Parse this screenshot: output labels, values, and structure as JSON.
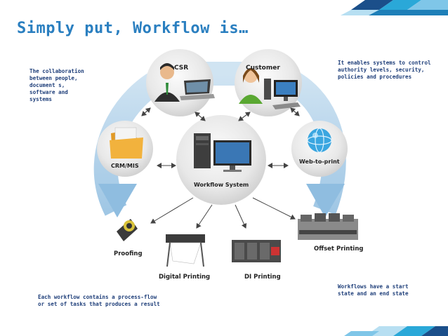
{
  "slide": {
    "title": "Simply put, Workflow is…",
    "notes": {
      "top_left": "The collaboration between people, document s, software and systems",
      "top_right": "It enables systems to control authority levels, security, policies and procedures",
      "bottom_left": "Each workflow contains a process-flow or set of tasks that produces a result",
      "bottom_right": "Workflows have a start state and an end state"
    }
  },
  "diagram": {
    "center": "Workflow System",
    "nodes": {
      "csr": "CSR",
      "customer": "Customer",
      "crm": "CRM/MIS",
      "web": "Web-to-print",
      "proofing": "Proofing",
      "digital": "Digital Printing",
      "di": "DI Printing",
      "offset": "Offset Printing"
    }
  },
  "colors": {
    "title": "#2a7fc0",
    "notes": "#1f3f7a",
    "ring_arrow": "#9ec6e4",
    "circle": "#e6e6e6"
  }
}
